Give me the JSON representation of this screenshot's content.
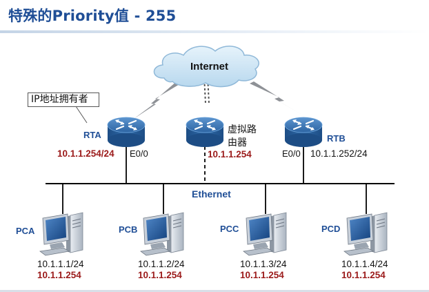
{
  "title": "特殊的Priority值 - 255",
  "cloud": {
    "label": "Internet"
  },
  "callout": "IP地址拥有者",
  "virtual_router": {
    "label": "虚拟路由器",
    "line1": "虚拟路",
    "line2": "由器",
    "ip": "10.1.1.254"
  },
  "routers": [
    {
      "name": "RTA",
      "ip": "10.1.1.254/24",
      "interface": "E0/0"
    },
    {
      "name": "RTB",
      "ip": "10.1.1.252/24",
      "interface": "E0/0"
    }
  ],
  "lan": {
    "label": "Ethernet"
  },
  "hosts": [
    {
      "name": "PCA",
      "ip": "10.1.1.1/24",
      "gateway": "10.1.1.254"
    },
    {
      "name": "PCB",
      "ip": "10.1.1.2/24",
      "gateway": "10.1.1.254"
    },
    {
      "name": "PCC",
      "ip": "10.1.1.3/24",
      "gateway": "10.1.1.254"
    },
    {
      "name": "PCD",
      "ip": "10.1.1.4/24",
      "gateway": "10.1.1.254"
    }
  ],
  "colors": {
    "title": "#1f4e96",
    "highlight_ip": "#9b1a1a",
    "router_body": "#2f6aa8",
    "cloud": "#c9e2f3"
  }
}
